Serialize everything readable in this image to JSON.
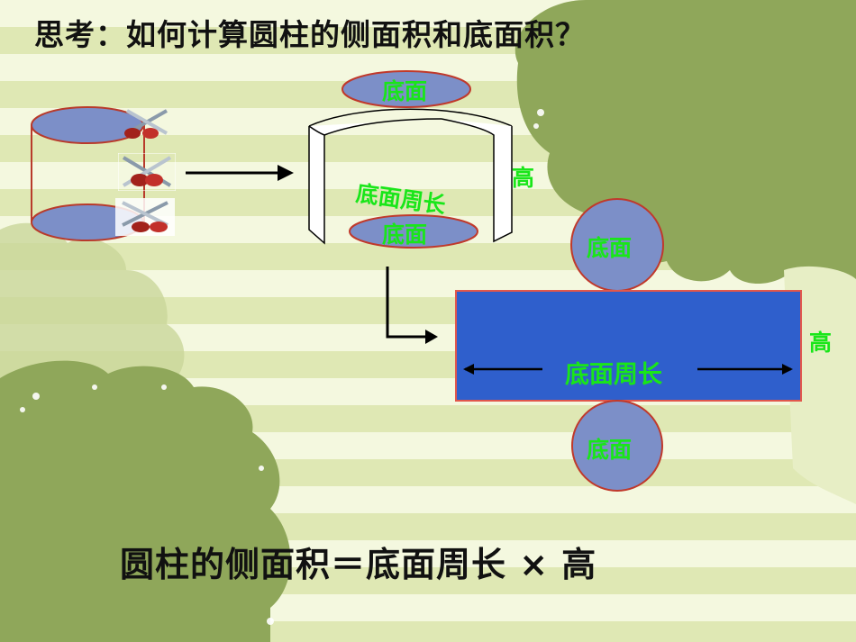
{
  "slide": {
    "title": "思考：如何计算圆柱的侧面积和底面积？",
    "cylinder_top_label": "底面",
    "cylinder_bottom_label": "底面",
    "curved_side_label": "底面周长",
    "height_label_1": "高",
    "circle_top_label": "底面",
    "circle_bottom_label": "底面",
    "rect_label": "底面周长",
    "height_label_2": "高",
    "formula": "圆柱的侧面积＝底面周长 × 高"
  },
  "colors": {
    "stripe_light": "#f4f8df",
    "stripe_dark": "#dfe8b4",
    "blob_green": "#8fa75a",
    "ellipse_fill": "#7c8fc8",
    "rect_fill": "#2f5fcc",
    "rect_border": "#e2574c",
    "label_green": "#19e619"
  },
  "icons": [
    "scissors-icon",
    "scissors-icon",
    "scissors-icon",
    "arrow-right-icon",
    "arrow-down-right-icon"
  ]
}
